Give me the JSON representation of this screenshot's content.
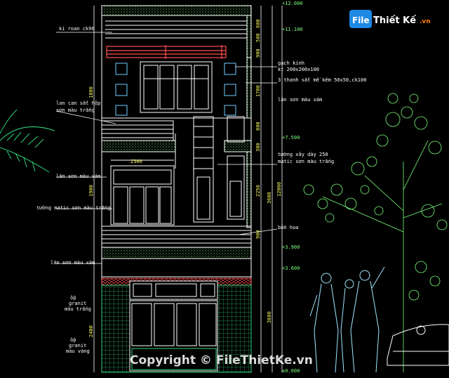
{
  "watermark": {
    "logo_file": "File",
    "logo_rest": "Thiết Kế",
    "logo_tld": ".vn",
    "copyright": "Copyright © FileThietKe.vn"
  },
  "annotations": {
    "ki_roan": "ki roan ck90",
    "gach_kinh": "gạch kính",
    "gach_kt": "kt 200x200x100",
    "thanh_sat": "3 thanh sắt mề kẽm 50x50,ck100",
    "son_nau_xam_1": "lăn sơn màu xám",
    "lan_can_1": "lan can sắt hộp",
    "lan_can_2": "sơn màu trắng",
    "tuong_xay": "tường xây dày 250",
    "matic": "matic sơn màu trắng",
    "son_nau_xam_2": "lăn sơn màu xám",
    "tuong_matic": "tường matic sơn màu trắng",
    "bon_hoa": "bồn hoa",
    "son_nau_xam_3": "lăn sơn màu xám",
    "op_granit_1a": "ốp",
    "op_granit_1b": "granit",
    "op_granit_1c": "màu trắng",
    "op_granit_2a": "ốp",
    "op_granit_2b": "granit",
    "op_granit_2c": "màu vàng"
  },
  "levels": {
    "l1": "+12.000",
    "l2": "+11.100",
    "l3": "+7.500",
    "l4": "+3.900",
    "l5": "+3.600",
    "l6": "±0.000"
  },
  "dimensions": {
    "d_top1": "600",
    "d_top2": "500",
    "d_900a": "900",
    "d_1700": "1700",
    "d_800": "800",
    "d_300": "300",
    "d_3600a": "3600",
    "d_2250": "2250",
    "d_900b": "900",
    "d_3600b": "3600",
    "d_12000": "12000",
    "d_2300": "2300",
    "d_left_1800": "1800",
    "d_left_1900": "1900",
    "d_left_2400": "2400"
  },
  "colors": {
    "line": "#ffffff",
    "accent_green": "#2fd27a",
    "hatch_green": "#3fa03f",
    "tree": "#7cff7c",
    "red_rail": "#ff5050",
    "cyan": "#70d0ff",
    "yellow": "#ffff60"
  }
}
